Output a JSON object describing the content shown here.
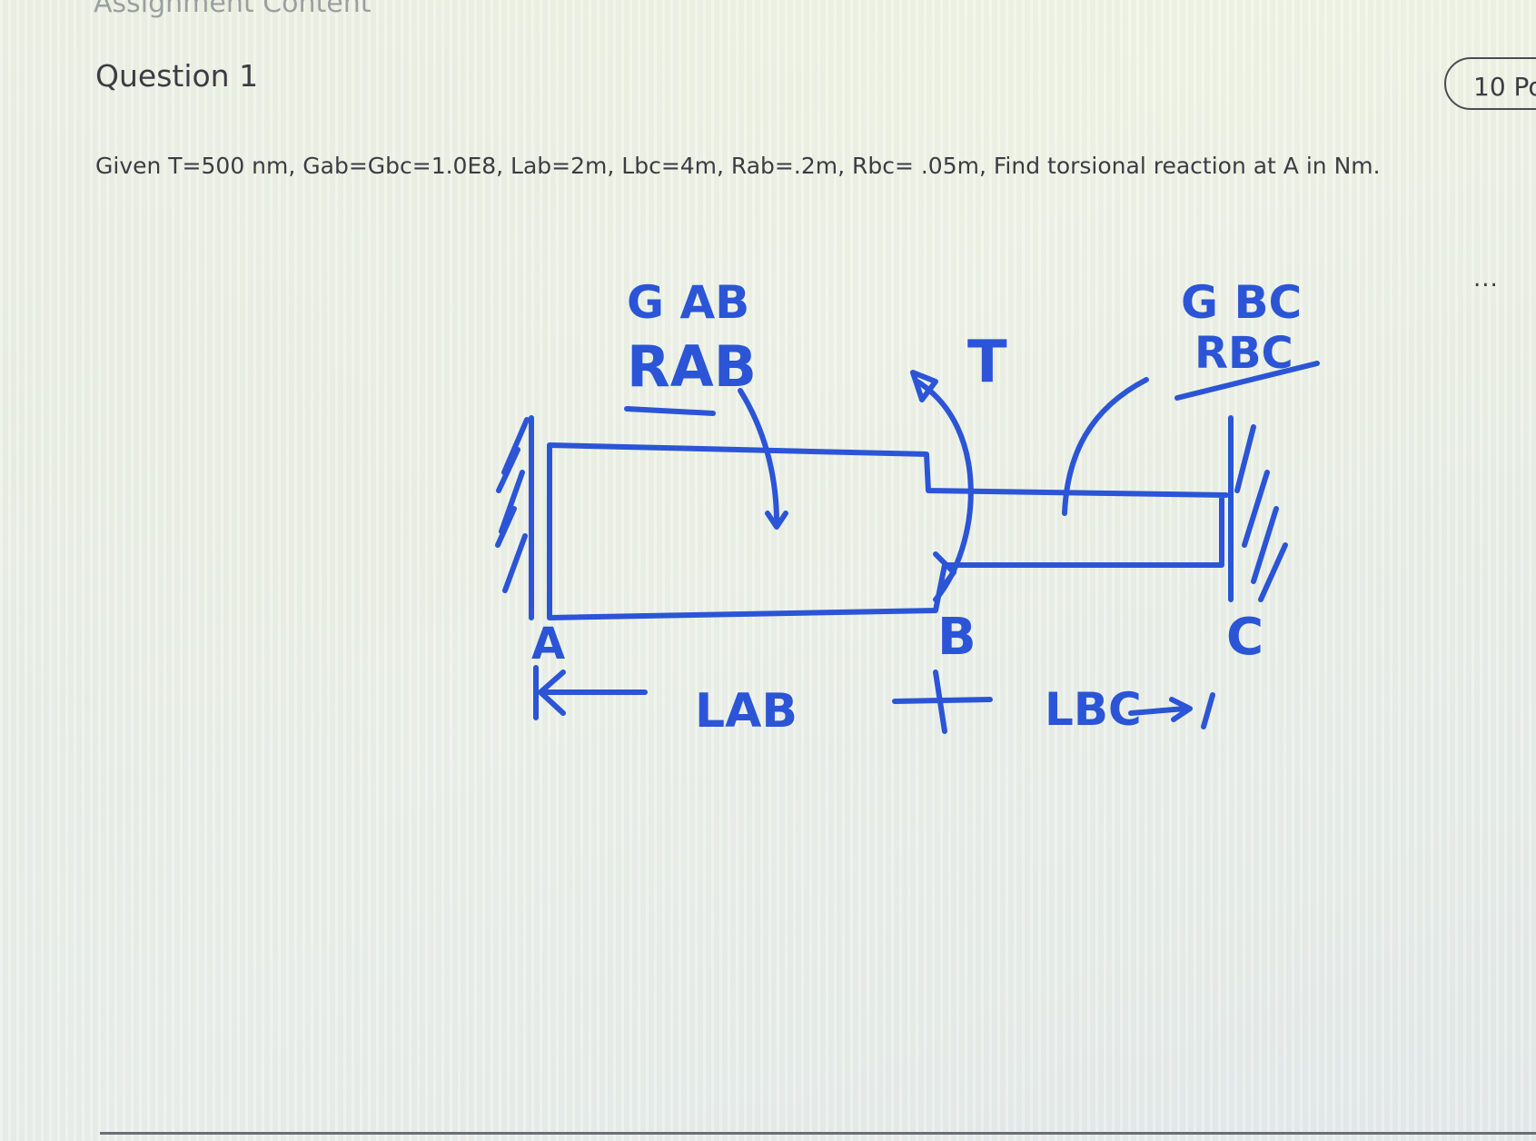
{
  "header": {
    "section_title": "Assignment Content"
  },
  "question": {
    "title": "Question 1",
    "points": "10 Po",
    "text": "Given T=500 nm, Gab=Gbc=1.0E8, Lab=2m, Lbc=4m, Rab=.2m, Rbc= .05m, Find torsional reaction at A in Nm.",
    "more_label": "..."
  },
  "diagram": {
    "labels": {
      "gab": "G AB",
      "rab": "RAB",
      "t": "T",
      "gbc": "G BC",
      "rbc": "RBC",
      "a": "A",
      "b": "B",
      "c": "C",
      "lab": "LAB",
      "lbc": "LBC"
    },
    "ink_color": "#2b55d6"
  }
}
